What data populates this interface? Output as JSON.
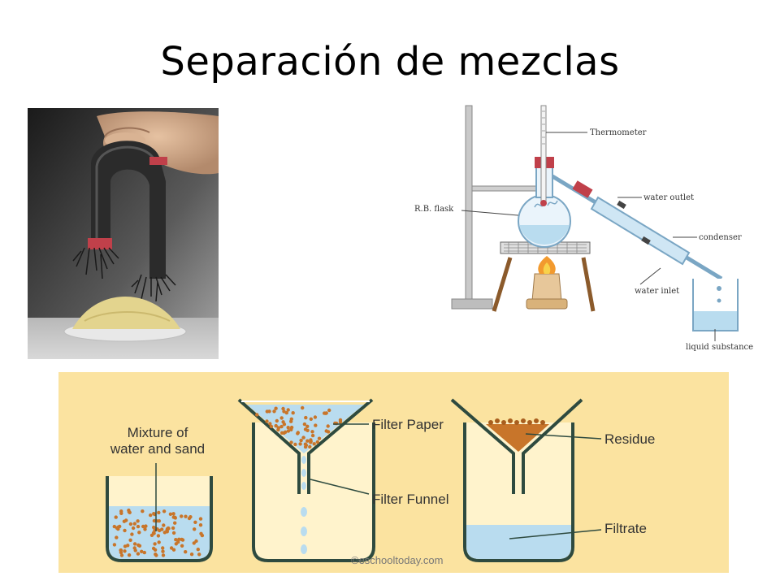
{
  "title": "Separación de mezclas",
  "distillation": {
    "labels": {
      "thermometer": "Thermometer",
      "flask": "R.B. flask",
      "water_outlet": "water outlet",
      "condenser": "condenser",
      "water_inlet": "water inlet",
      "liquid": "liquid substance"
    }
  },
  "filtration": {
    "labels": {
      "mixture_line1": "Mixture of",
      "mixture_line2": "water and sand",
      "filter_paper": "Filter Paper",
      "filter_funnel": "Filter Funnel",
      "residue": "Residue",
      "filtrate": "Filtrate"
    },
    "credit": "©eschooltoday.com"
  },
  "colors": {
    "filtration_bg": "#fbe3a0",
    "water": "#b9dcef",
    "sand": "#c8752a",
    "beaker_outline": "#2e4a3f"
  }
}
